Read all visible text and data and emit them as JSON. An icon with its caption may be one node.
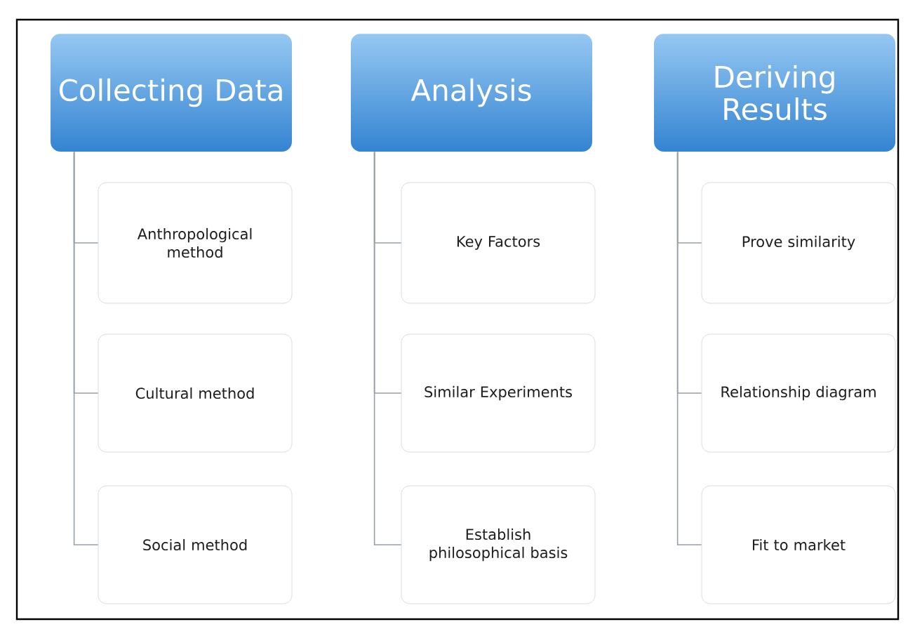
{
  "diagram": {
    "nodes": [
      {
        "text": [
          "Collecting Data"
        ]
      },
      {
        "text": [
          "Anthropological method"
        ]
      },
      {
        "text": [
          "Cultural method"
        ]
      },
      {
        "text": [
          "Social method"
        ]
      },
      {
        "text": [
          "Analysis"
        ]
      },
      {
        "text": [
          "Key Factors"
        ]
      },
      {
        "text": [
          "Similar Experiments"
        ]
      },
      {
        "text": [
          "Establish philosophical basis"
        ]
      },
      {
        "text": [
          "Deriving Results"
        ]
      },
      {
        "text": [
          "Prove similarity"
        ]
      },
      {
        "text": [
          "Relationship diagram"
        ]
      },
      {
        "text": [
          "Fit to market"
        ]
      }
    ],
    "edges": [
      {
        "from": 0,
        "to": 1,
        "arrow": "none"
      },
      {
        "from": 0,
        "to": 2,
        "arrow": "none"
      },
      {
        "from": 0,
        "to": 3,
        "arrow": "none"
      },
      {
        "from": 4,
        "to": 5,
        "arrow": "none"
      },
      {
        "from": 4,
        "to": 6,
        "arrow": "none"
      },
      {
        "from": 4,
        "to": 7,
        "arrow": "none"
      },
      {
        "from": 8,
        "to": 9,
        "arrow": "none"
      },
      {
        "from": 8,
        "to": 10,
        "arrow": "none"
      },
      {
        "from": 8,
        "to": 11,
        "arrow": "none"
      }
    ]
  }
}
